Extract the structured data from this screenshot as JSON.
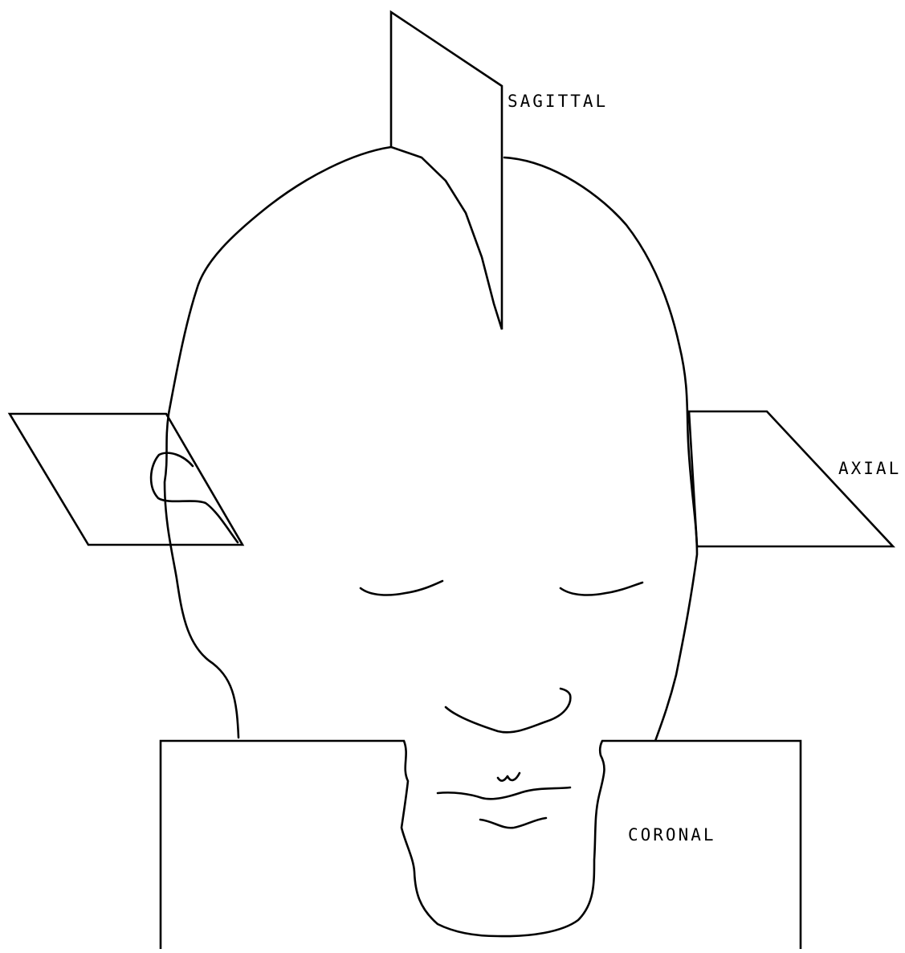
{
  "diagram": {
    "labels": {
      "sagittal": "SAGITTAL",
      "axial": "AXIAL",
      "coronal": "CORONAL"
    },
    "colors": {
      "ink": "#000000",
      "background": "#ffffff"
    }
  }
}
